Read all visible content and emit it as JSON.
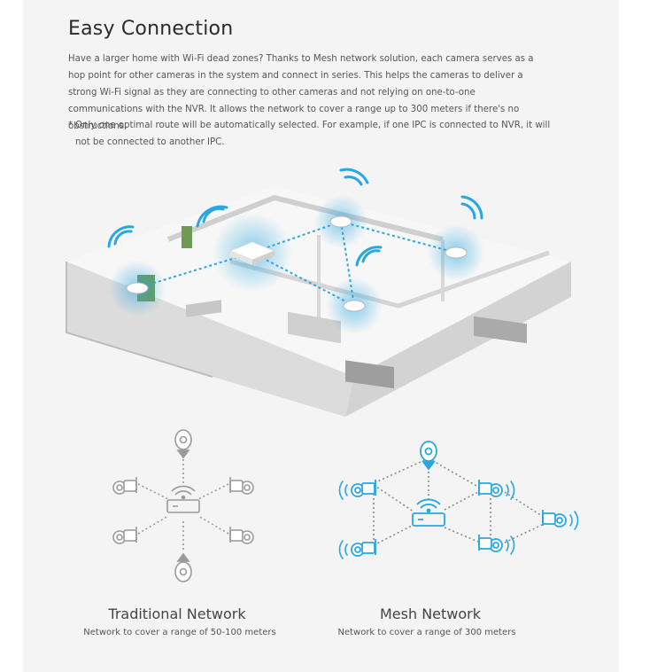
{
  "heading": "Easy Connection",
  "intro": "Have a larger home with Wi-Fi dead zones? Thanks to Mesh network solution, each camera serves as a hop point for other cameras in the system and connect in series. This helps the cameras to deliver a strong Wi-Fi signal as they are connecting to other cameras and not relying on one-to-one communications with the NVR. It allows the network to cover a range up to 300 meters if there's no obstructions.",
  "note_star": "*",
  "note": "Only one optimal route will be automatically selected. For example, if one IPC is connected to NVR, it will not be connected to another IPC.",
  "traditional": {
    "title": "Traditional Network",
    "subtitle": "Network to cover a range of 50-100 meters"
  },
  "mesh": {
    "title": "Mesh Network",
    "subtitle": "Network to cover a range of 300 meters"
  },
  "colors": {
    "accent": "#29a7e1",
    "gray_icon": "#9a9a9a",
    "panel_bg": "#f4f4f4"
  },
  "icons": [
    "wifi-signal-icon",
    "bullet-camera-icon",
    "dome-camera-icon",
    "nvr-router-icon"
  ]
}
